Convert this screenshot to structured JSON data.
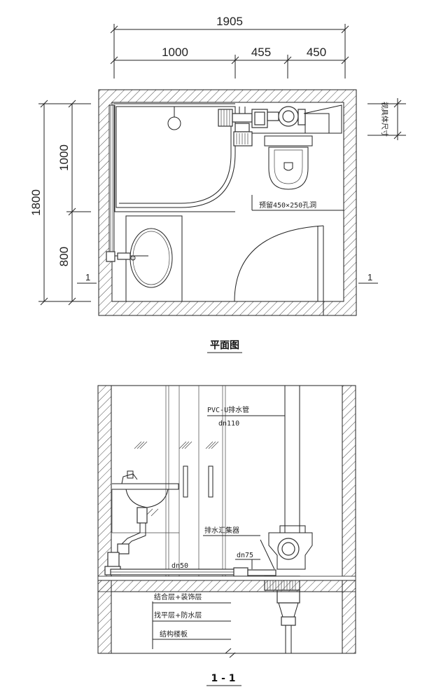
{
  "plan": {
    "caption": "平面图",
    "dims": {
      "overall_width": "1905",
      "seg_1": "1000",
      "seg_2": "455",
      "seg_3": "450",
      "overall_depth": "1800",
      "depth_1": "1000",
      "depth_2": "800",
      "right_side": "视具体尺寸"
    },
    "note_opening": "预留450×250孔洞",
    "section_mark_left": "1",
    "section_mark_right": "1"
  },
  "section": {
    "caption": "1 - 1",
    "pipe_label": "PVC-U排水管",
    "pipe_size": "dn110",
    "collector_label": "排水汇集器",
    "pipe_dn75": "dn75",
    "pipe_dn50": "dn50",
    "layers": [
      "结合层+装饰层",
      "找平层+防水层",
      "结构楼板"
    ]
  }
}
